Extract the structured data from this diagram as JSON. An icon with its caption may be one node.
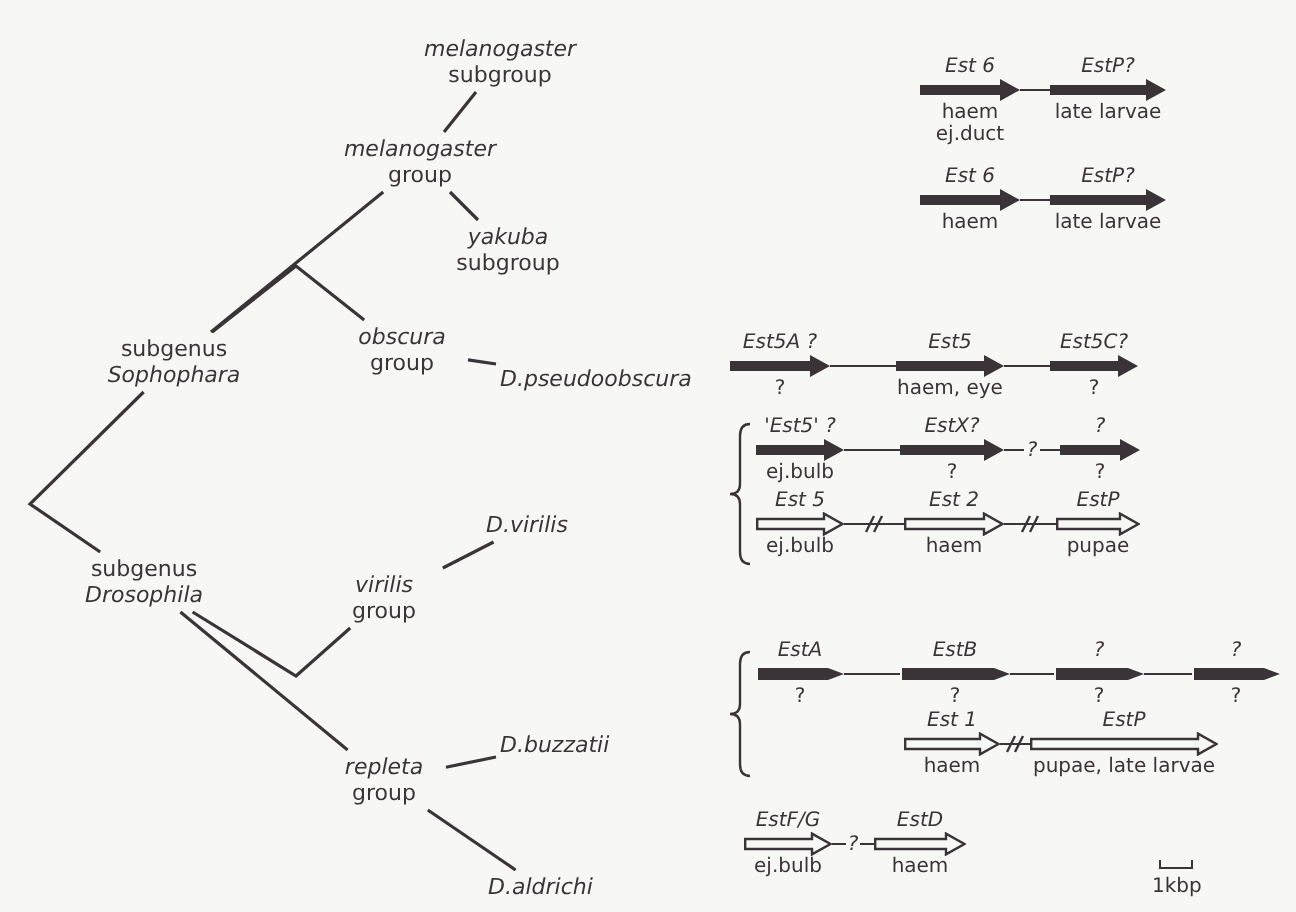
{
  "diagram": {
    "nodes": [
      {
        "text": [
          "*melanogaster* subgroup"
        ]
      },
      {
        "text": [
          "*melanogaster* group"
        ]
      },
      {
        "text": [
          "*yakuba* subgroup"
        ]
      },
      {
        "text": [
          "*obscura* group"
        ]
      },
      {
        "text": [
          "subgenus *Sophophara*"
        ]
      },
      {
        "text": [
          "D.pseudoobscura"
        ]
      },
      {
        "text": [
          "subgenus *Drosophila*"
        ]
      },
      {
        "text": [
          "D.virilis"
        ]
      },
      {
        "text": [
          "*virilis* group"
        ]
      },
      {
        "text": [
          "D.buzzatii"
        ]
      },
      {
        "text": [
          "*repleta* group"
        ]
      },
      {
        "text": [
          "D.aldrichi"
        ]
      },
      {
        "text": [
          "Est 6",
          "haem ej.duct"
        ]
      },
      {
        "text": [
          "EstP?",
          "late larvae"
        ]
      },
      {
        "text": [
          "Est 6",
          "haem"
        ]
      },
      {
        "text": [
          "EstP?",
          "late larvae"
        ]
      },
      {
        "text": [
          "Est5A ?",
          "?"
        ]
      },
      {
        "text": [
          "Est5",
          "haem, eye"
        ]
      },
      {
        "text": [
          "Est5C?",
          "?"
        ]
      },
      {
        "text": [
          "'Est5' ?",
          "ej.bulb"
        ]
      },
      {
        "text": [
          "EstX?",
          "?"
        ]
      },
      {
        "text": [
          "?",
          "?"
        ]
      },
      {
        "text": [
          "Est 5",
          "ej.bulb"
        ]
      },
      {
        "text": [
          "Est 2",
          "haem"
        ]
      },
      {
        "text": [
          "EstP",
          "pupae"
        ]
      },
      {
        "text": [
          "EstA",
          "?"
        ]
      },
      {
        "text": [
          "EstB",
          "?"
        ]
      },
      {
        "text": [
          "?",
          "?"
        ]
      },
      {
        "text": [
          "?",
          "?"
        ]
      },
      {
        "text": [
          "Est 1",
          "haem"
        ]
      },
      {
        "text": [
          "EstP",
          "pupae, late larvae"
        ]
      },
      {
        "text": [
          "EstF/G",
          "ej.bulb"
        ]
      },
      {
        "text": [
          "EstD",
          "haem"
        ]
      }
    ],
    "edges": [
      {
        "from": 4,
        "to": 1,
        "arrow": "none"
      },
      {
        "from": 4,
        "to": 3,
        "arrow": "none"
      },
      {
        "from": 1,
        "to": 0,
        "arrow": "none"
      },
      {
        "from": 1,
        "to": 2,
        "arrow": "none"
      },
      {
        "from": 3,
        "to": 5,
        "arrow": "none"
      },
      {
        "from": 4,
        "to": 6,
        "arrow": "none"
      },
      {
        "from": 6,
        "to": 8,
        "arrow": "none"
      },
      {
        "from": 6,
        "to": 10,
        "arrow": "none"
      },
      {
        "from": 8,
        "to": 7,
        "arrow": "none"
      },
      {
        "from": 10,
        "to": 9,
        "arrow": "none"
      },
      {
        "from": 10,
        "to": 11,
        "arrow": "none"
      },
      {
        "from": 12,
        "to": 13,
        "arrow": "none"
      },
      {
        "from": 14,
        "to": 15,
        "arrow": "none"
      },
      {
        "from": 16,
        "to": 17,
        "arrow": "none"
      },
      {
        "from": 17,
        "to": 18,
        "arrow": "none"
      },
      {
        "from": 19,
        "to": 20,
        "arrow": "none"
      },
      {
        "from": 20,
        "to": 21,
        "arrow": "none",
        "label": "?"
      },
      {
        "from": 22,
        "to": 23,
        "arrow": "none"
      },
      {
        "from": 23,
        "to": 24,
        "arrow": "none"
      },
      {
        "from": 25,
        "to": 26,
        "arrow": "none"
      },
      {
        "from": 26,
        "to": 27,
        "arrow": "none"
      },
      {
        "from": 27,
        "to": 28,
        "arrow": "none"
      },
      {
        "from": 29,
        "to": 30,
        "arrow": "none"
      },
      {
        "from": 31,
        "to": 32,
        "arrow": "none",
        "label": "?"
      }
    ],
    "labels": [
      "1kbp"
    ]
  }
}
